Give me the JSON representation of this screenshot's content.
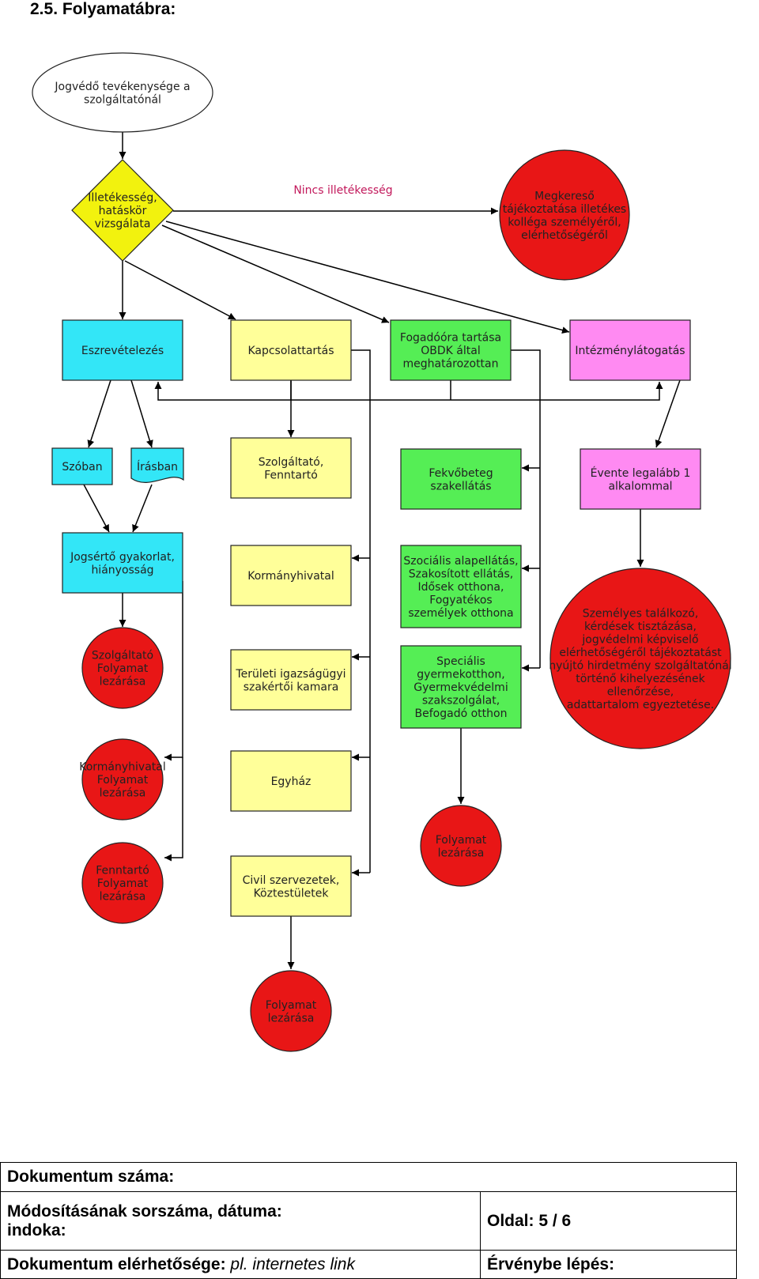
{
  "heading": "2.5. Folyamatábra:",
  "colors": {
    "cyan": "#33E6F7",
    "yellow": "#FFFF99",
    "green": "#55EE55",
    "pink": "#FF8AF2",
    "red": "#E81616",
    "diamond": "#F2F20E",
    "edge_red": "#C2185B"
  },
  "nodes": [
    {
      "id": "start",
      "shape": "ellipse",
      "lines": [
        "Jogvédő tevékenysége a",
        "szolgáltatónál"
      ],
      "fill": "#FFFFFF"
    },
    {
      "id": "decision",
      "shape": "diamond",
      "lines": [
        "Illetékesség,",
        "hatáskör",
        "vizsgálata"
      ],
      "fill": "#F2F20E"
    },
    {
      "id": "megkereso",
      "shape": "circle",
      "lines": [
        "Megkereső",
        "tájékoztatása illetékes",
        "kolléga személyéről,",
        "elérhetőségéről"
      ],
      "fill": "#E81616"
    },
    {
      "id": "eszrevetelezes",
      "shape": "rect",
      "lines": [
        "Eszrevételezés"
      ],
      "fill": "#33E6F7"
    },
    {
      "id": "kapcsolattartas",
      "shape": "rect",
      "lines": [
        "Kapcsolattartás"
      ],
      "fill": "#FFFF99"
    },
    {
      "id": "fogadoora",
      "shape": "rect",
      "lines": [
        "Fogadóóra tartása",
        "OBDK által",
        "meghatározottan"
      ],
      "fill": "#55EE55"
    },
    {
      "id": "intezmenylatogatas",
      "shape": "rect",
      "lines": [
        "Intézménylátogatás"
      ],
      "fill": "#FF8AF2"
    },
    {
      "id": "szoban",
      "shape": "rect",
      "lines": [
        "Szóban"
      ],
      "fill": "#33E6F7"
    },
    {
      "id": "irasban",
      "shape": "document",
      "lines": [
        "Írásban"
      ],
      "fill": "#33E6F7"
    },
    {
      "id": "szolgaltato-fenntarto",
      "shape": "rect",
      "lines": [
        "Szolgáltató,",
        "Fenntartó"
      ],
      "fill": "#FFFF99"
    },
    {
      "id": "fekvobeteg",
      "shape": "rect",
      "lines": [
        "Fekvőbeteg",
        "szakellátás"
      ],
      "fill": "#55EE55"
    },
    {
      "id": "evente",
      "shape": "rect",
      "lines": [
        "Évente legalább 1",
        "alkalommal"
      ],
      "fill": "#FF8AF2"
    },
    {
      "id": "jogserto",
      "shape": "rect",
      "lines": [
        "Jogsértő gyakorlat,",
        "hiányosság"
      ],
      "fill": "#33E6F7"
    },
    {
      "id": "kormanyhivatal",
      "shape": "rect",
      "lines": [
        "Kormányhivatal"
      ],
      "fill": "#FFFF99"
    },
    {
      "id": "szocialis",
      "shape": "rect",
      "lines": [
        "Szociális alapellátás,",
        "Szakosított ellátás,",
        "Idősek otthona,",
        "Fogyatékos",
        "személyek otthona"
      ],
      "fill": "#55EE55"
    },
    {
      "id": "szemelyes",
      "shape": "circle",
      "lines": [
        "Személyes találkozó,",
        "kérdések tisztázása,",
        "jogvédelmi képviselő",
        "elérhetőségéről tájékoztatást",
        "nyújtó hirdetmény szolgáltatónál",
        "történő kihelyezésének",
        "ellenőrzése,",
        "adattartalom egyeztetése."
      ],
      "fill": "#E81616"
    },
    {
      "id": "szolgaltato-lezaras",
      "shape": "circle",
      "lines": [
        "Szolgáltató",
        "Folyamat",
        "lezárása"
      ],
      "fill": "#E81616"
    },
    {
      "id": "teruleti",
      "shape": "rect",
      "lines": [
        "Területi igazságügyi",
        "szakértői kamara"
      ],
      "fill": "#FFFF99"
    },
    {
      "id": "specialis",
      "shape": "rect",
      "lines": [
        "Speciális",
        "gyermekotthon,",
        "Gyermekvédelmi",
        "szakszolgálat,",
        "Befogadó otthon"
      ],
      "fill": "#55EE55"
    },
    {
      "id": "kormanyhivatal-lezaras",
      "shape": "circle",
      "lines": [
        "Kormányhivatal",
        "Folyamat",
        "lezárása"
      ],
      "fill": "#E81616"
    },
    {
      "id": "egyhaz",
      "shape": "rect",
      "lines": [
        "Egyház"
      ],
      "fill": "#FFFF99"
    },
    {
      "id": "green-lezaras",
      "shape": "circle",
      "lines": [
        "Folyamat",
        "lezárása"
      ],
      "fill": "#E81616"
    },
    {
      "id": "fenntarto-lezaras",
      "shape": "circle",
      "lines": [
        "Fenntartó",
        "Folyamat",
        "lezárása"
      ],
      "fill": "#E81616"
    },
    {
      "id": "civil",
      "shape": "rect",
      "lines": [
        "Civil szervezetek,",
        "Köztestületek"
      ],
      "fill": "#FFFF99"
    },
    {
      "id": "yellow-lezaras",
      "shape": "circle",
      "lines": [
        "Folyamat",
        "lezárása"
      ],
      "fill": "#E81616"
    }
  ],
  "edge_labels": [
    {
      "id": "no-jurisdiction",
      "text": "Nincs illetékesség"
    }
  ],
  "footer": {
    "doc_number": "Dokumentum száma:",
    "modification": "Módosításának sorszáma, dátuma:",
    "reason": "indoka:",
    "page_label": "Oldal: 5 / 6",
    "availability_label": "Dokumentum elérhetősége: ",
    "availability_value": "pl. internetes link",
    "effective": "Érvénybe lépés:"
  }
}
